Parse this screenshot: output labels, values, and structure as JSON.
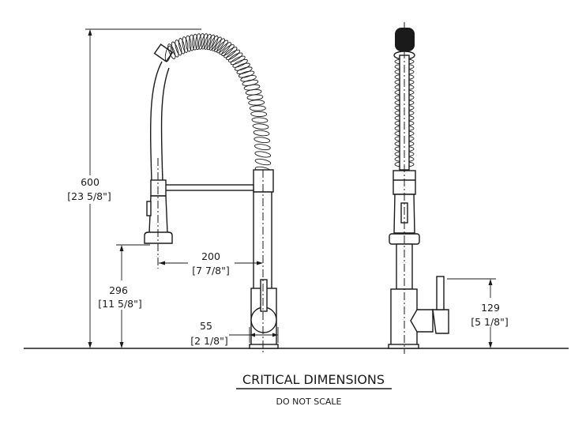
{
  "dimensions": {
    "total_height": {
      "mm": "600",
      "inch": "[23 5/8\"]"
    },
    "spray_height": {
      "mm": "296",
      "inch": "[11 5/8\"]"
    },
    "reach": {
      "mm": "200",
      "inch": "[7 7/8\"]"
    },
    "base_diameter": {
      "mm": "55",
      "inch": "[2 1/8\"]"
    },
    "handle_height": {
      "mm": "129",
      "inch": "[5 1/8\"]"
    }
  },
  "title": "CRITICAL DIMENSIONS",
  "subtitle": "DO NOT SCALE"
}
